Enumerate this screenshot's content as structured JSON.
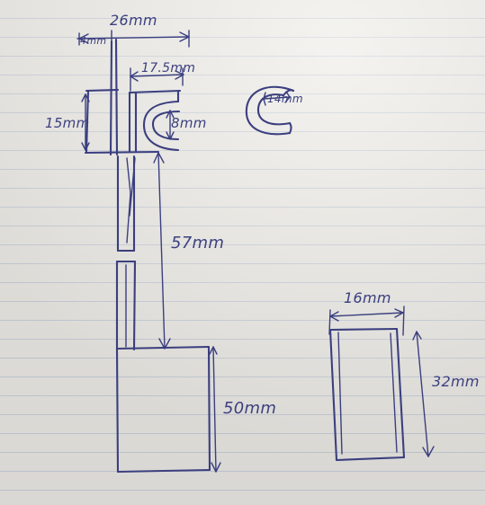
{
  "drawing": {
    "labels": {
      "top_width": "26mm",
      "top_small": "4mm",
      "inner_width": "17.5mm",
      "clip_height": "15mm",
      "slot": "8mm",
      "c_clip": "14mm",
      "shaft_length": "57mm",
      "base_height": "50mm",
      "side_width": "16mm",
      "side_height": "32mm"
    },
    "ink_color": "#3a3f86",
    "paper_color": "#eceae4",
    "line_color": "#c9cfdb"
  }
}
